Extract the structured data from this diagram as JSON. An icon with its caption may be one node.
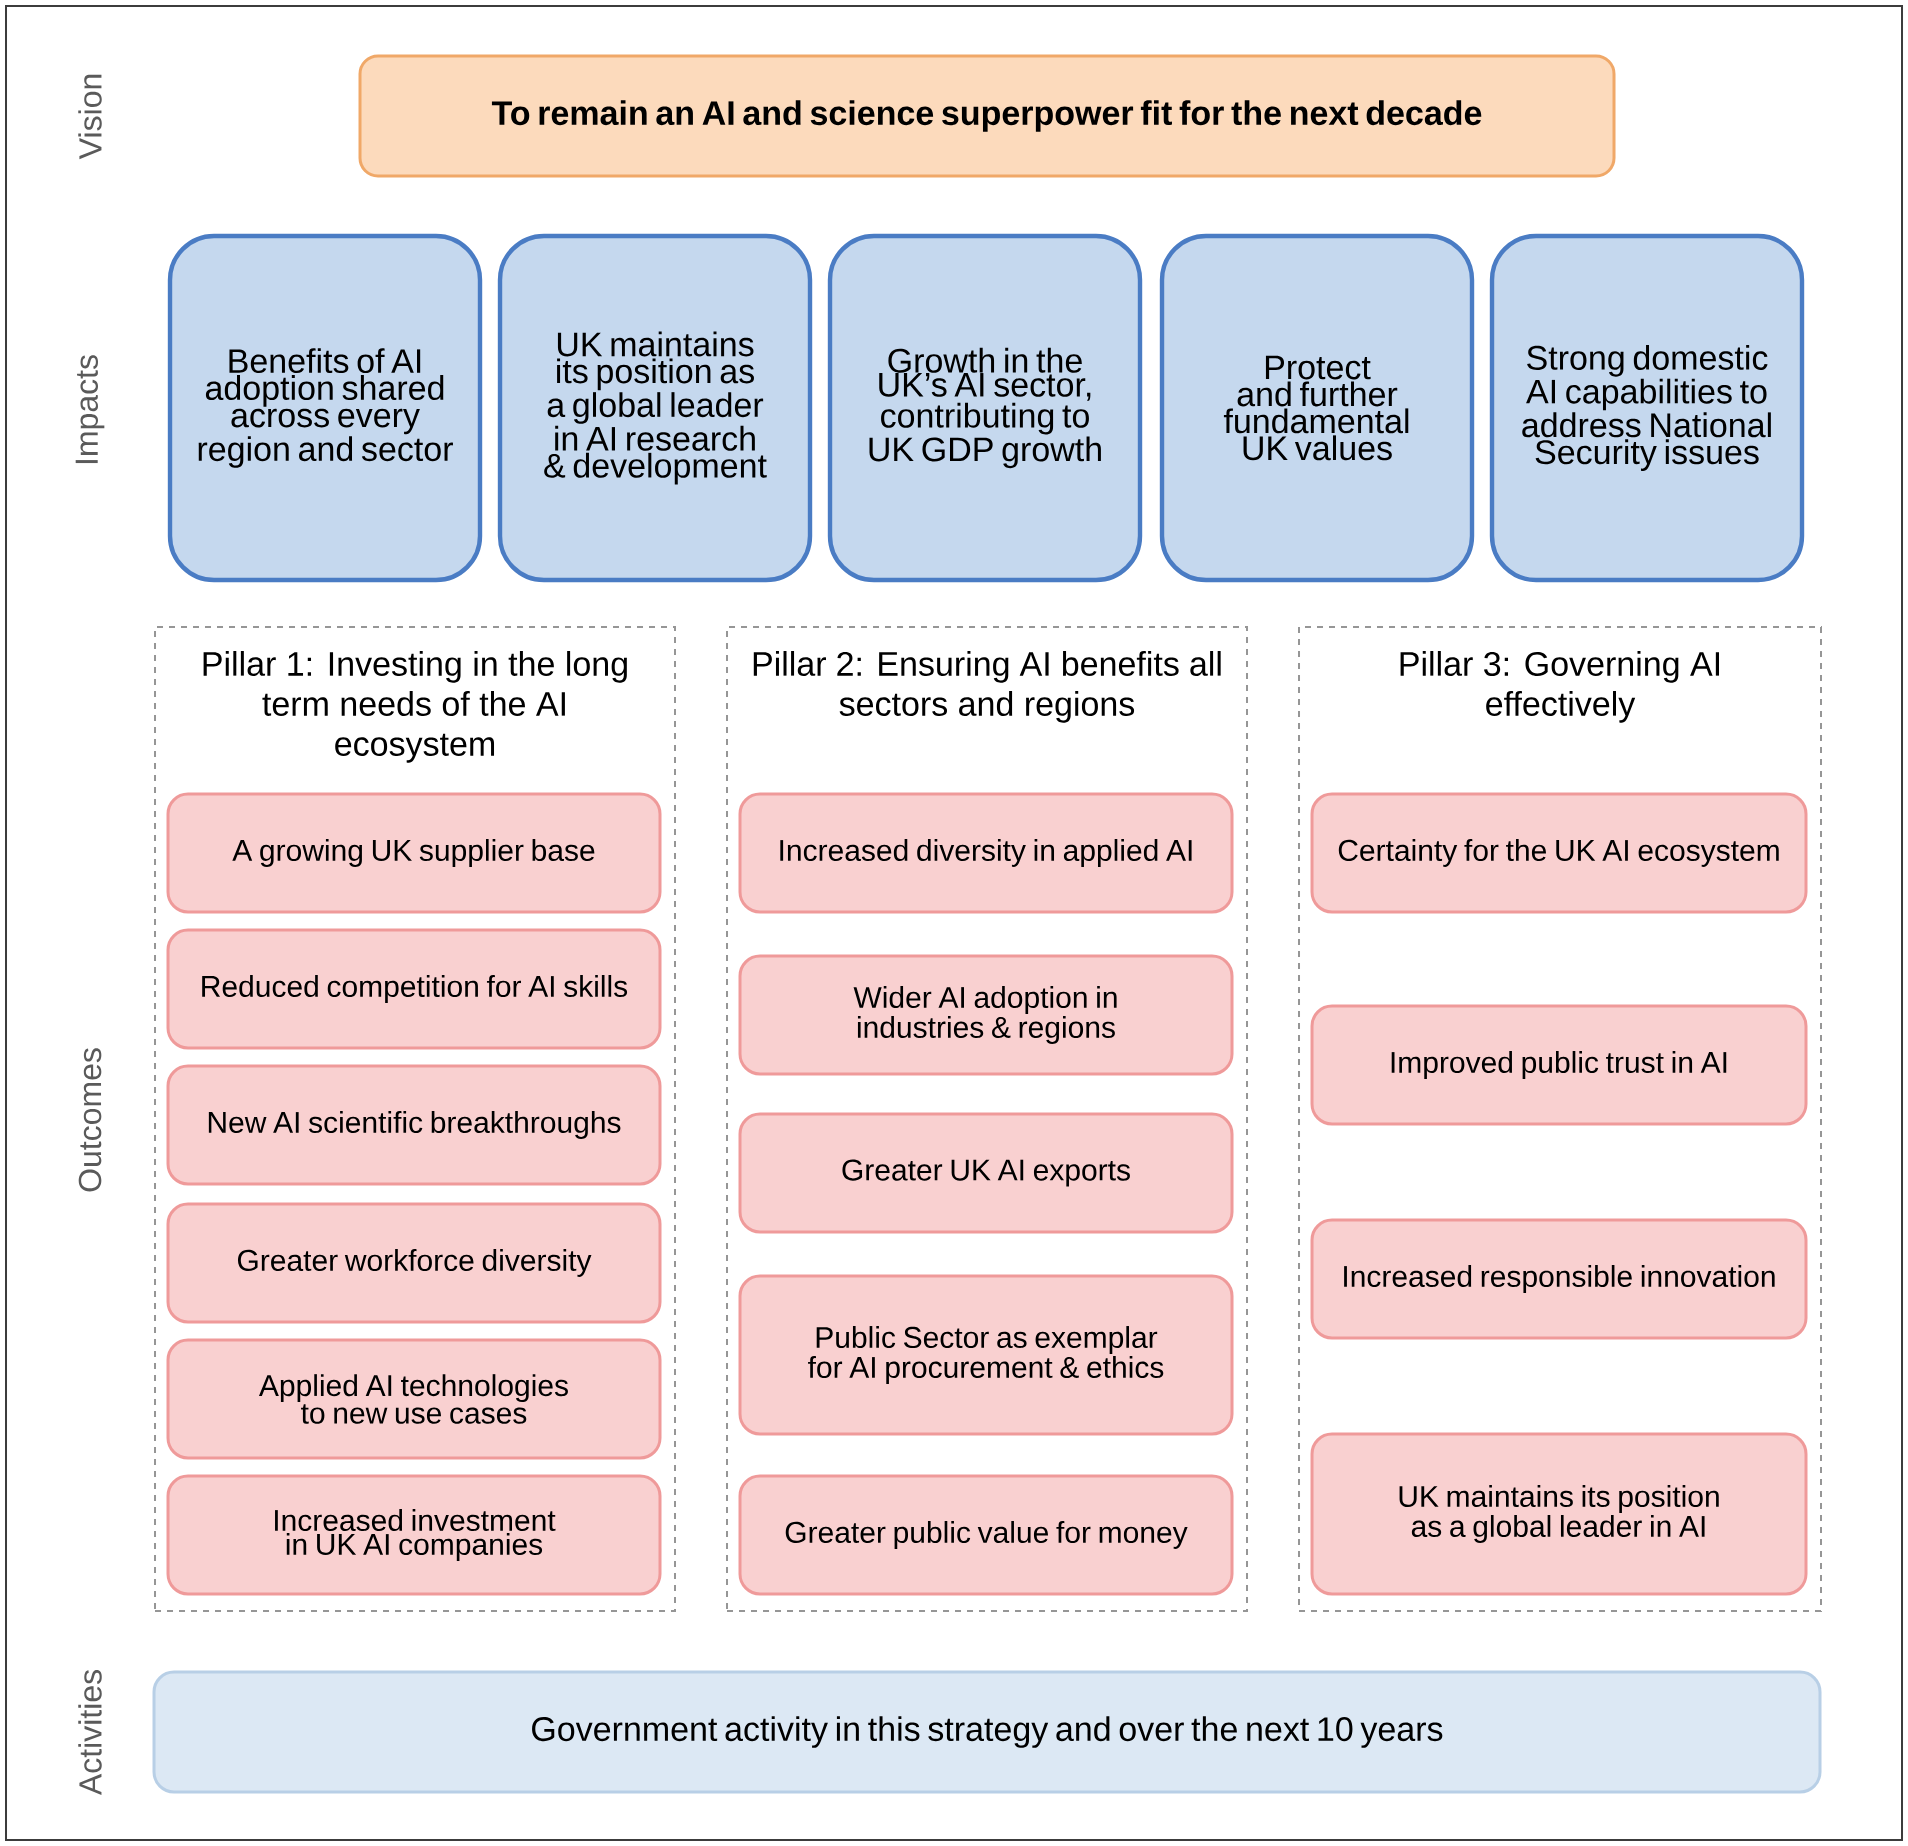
{
  "diagram": {
    "nodes": [
      {
        "text": [
          "To remain an AI and science superpower fit for the next decade"
        ]
      },
      {
        "text": [
          "Benefits of AI adoption shared across every region and sector"
        ]
      },
      {
        "text": [
          "UK maintains its position as a global leader in AI research & development"
        ]
      },
      {
        "text": [
          "Growth in the UK’s AI sector, contributing to UK GDP growth"
        ]
      },
      {
        "text": [
          "Protect and further fundamental UK values"
        ]
      },
      {
        "text": [
          "Strong domestic AI capabilities to address National Security issues"
        ]
      },
      {
        "text": [
          "Pillar 1: Investing in the long term needs of the AI ecosystem"
        ]
      },
      {
        "text": [
          "A growing UK supplier base"
        ],
        "in": 6
      },
      {
        "text": [
          "Reduced competition for AI skills"
        ],
        "in": 6
      },
      {
        "text": [
          "New AI scientific breakthroughs"
        ],
        "in": 6
      },
      {
        "text": [
          "Greater workforce diversity"
        ],
        "in": 6
      },
      {
        "text": [
          "Applied AI technologies to new use cases"
        ],
        "in": 6
      },
      {
        "text": [
          "Increased investment in UK AI companies"
        ],
        "in": 6
      },
      {
        "text": [
          "Pillar 2: Ensuring AI benefits all sectors and regions"
        ]
      },
      {
        "text": [
          "Increased diversity in applied AI"
        ],
        "in": 13
      },
      {
        "text": [
          "Wider AI adoption in industries & regions"
        ],
        "in": 13
      },
      {
        "text": [
          "Greater UK AI exports"
        ],
        "in": 13
      },
      {
        "text": [
          "Public Sector as exemplar for AI procurement & ethics"
        ],
        "in": 13
      },
      {
        "text": [
          "Greater public value for money"
        ],
        "in": 13
      },
      {
        "text": [
          "Pillar 3: Governing AI effectively"
        ]
      },
      {
        "text": [
          "Certainty for the UK AI ecosystem"
        ],
        "in": 19
      },
      {
        "text": [
          "Improved public trust in AI"
        ],
        "in": 19
      },
      {
        "text": [
          "Increased responsible innovation"
        ],
        "in": 19
      },
      {
        "text": [
          "UK maintains its position as a global leader in AI"
        ],
        "in": 19
      },
      {
        "text": [
          "Government activity in this strategy and over the next 10 years"
        ]
      }
    ],
    "labels": [
      "Vision",
      "Impacts",
      "Outcomes",
      "Activities"
    ]
  }
}
